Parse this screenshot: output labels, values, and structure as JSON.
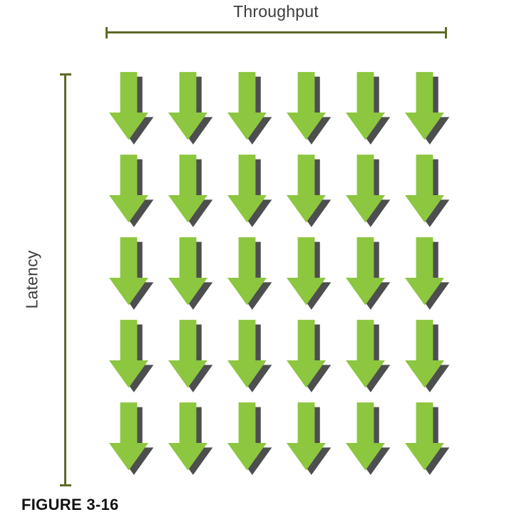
{
  "figure": {
    "caption": "FIGURE 3-16",
    "axes": {
      "top_label": "Throughput",
      "left_label": "Latency"
    }
  },
  "grid": {
    "rows": 5,
    "columns": 6,
    "arrow_count": 30,
    "arrow_direction": "down",
    "arrow_icon": "down-arrow-icon"
  },
  "colors": {
    "arrow_green": "#8DC63F",
    "arrow_shadow": "#4C4E50",
    "bracket": "#5C6B26",
    "label_text": "#3C3C3C",
    "caption_text": "#111111"
  }
}
